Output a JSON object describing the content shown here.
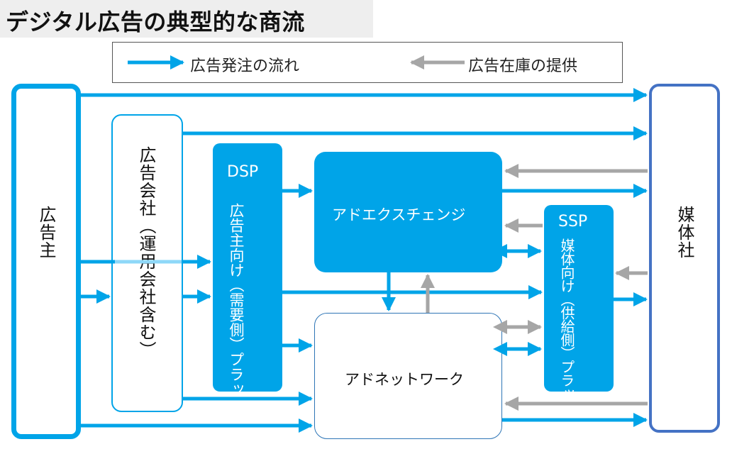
{
  "title": "デジタル広告の典型的な商流",
  "legend": {
    "order_flow": "広告発注の流れ",
    "inventory_flow": "広告在庫の提供"
  },
  "nodes": {
    "advertiser": "広告主",
    "agency": "広告会社（運用会社含む）",
    "dsp": {
      "acronym": "DSP",
      "desc": "広告主向け（需要側）プラットフォーム"
    },
    "ad_exchange": "アドエクスチェンジ",
    "ad_network": "アドネットワーク",
    "ssp": {
      "acronym": "SSP",
      "desc": "媒体向け（供給側）プラットフォーム"
    },
    "publisher": "媒体社"
  },
  "colors": {
    "blue": "#00a4e8",
    "gray": "#a6a6a6",
    "publisher_border": "#4472c4"
  }
}
